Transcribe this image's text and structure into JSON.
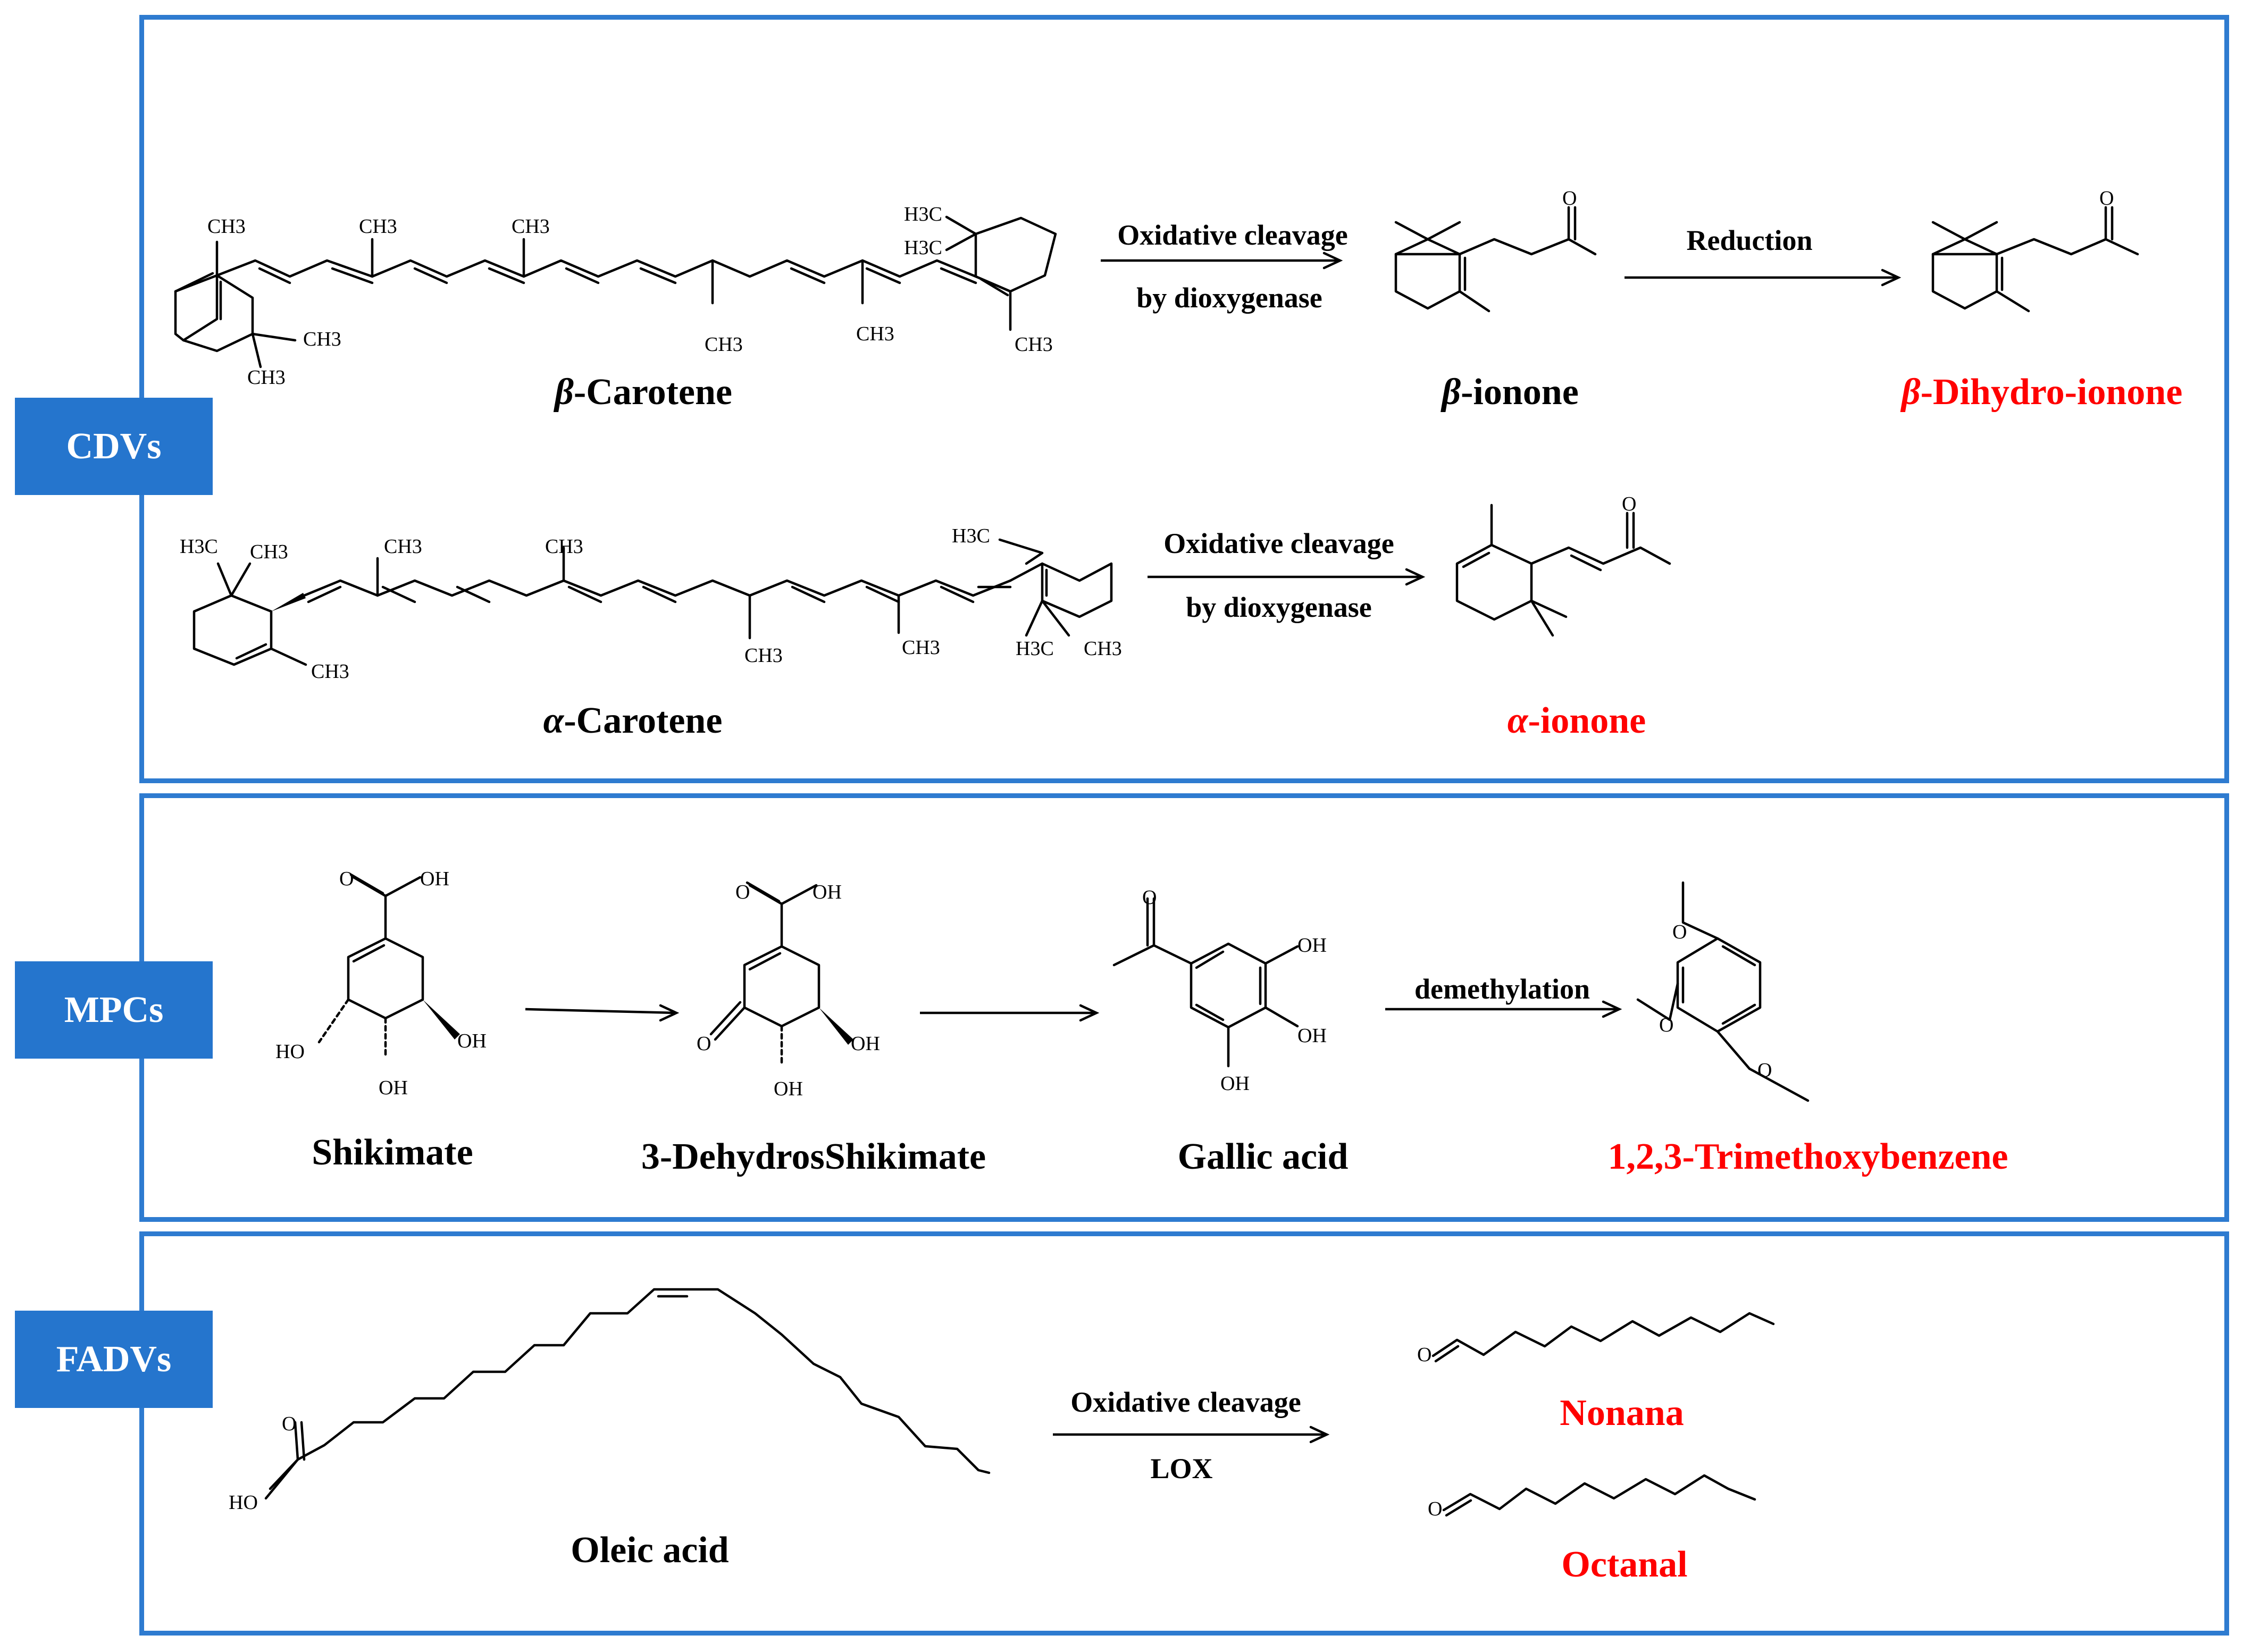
{
  "colors": {
    "panel_border": "#2e7bd0",
    "tag_fill": "#2575cd",
    "product_text": "#ff0000",
    "text": "#000000"
  },
  "panels": {
    "cdvs": {
      "tag": "CDVs",
      "row1": {
        "substrate": {
          "greek": "β",
          "rest": "-Carotene"
        },
        "step1": {
          "line1": "Oxidative cleavage",
          "line2": "by dioxygenase"
        },
        "intermediate": {
          "greek": "β",
          "rest": "-ionone"
        },
        "step2": {
          "line1": "Reduction"
        },
        "product": {
          "greek": "β",
          "rest": "-Dihydro-ionone"
        }
      },
      "row2": {
        "substrate": {
          "greek": "α",
          "rest": "-Carotene"
        },
        "step1": {
          "line1": "Oxidative cleavage",
          "line2": "by dioxygenase"
        },
        "product": {
          "greek": "α",
          "rest": "-ionone"
        }
      }
    },
    "mpcs": {
      "tag": "MPCs",
      "compound1": "Shikimate",
      "compound2": "3-DehydrosShikimate",
      "compound3": "Gallic acid",
      "step": "demethylation",
      "product": "1,2,3-Trimethoxybenzene"
    },
    "fadvs": {
      "tag": "FADVs",
      "substrate": "Oleic acid",
      "step": {
        "line1": "Oxidative cleavage",
        "line2": "LOX"
      },
      "product1": "Nonana",
      "product2": "Octanal"
    }
  },
  "atom_labels": {
    "ch3": "CH3",
    "h3c": "H3C",
    "oxygen": "O",
    "hydroxyl": "OH",
    "hydroxyl_left": "HO"
  }
}
